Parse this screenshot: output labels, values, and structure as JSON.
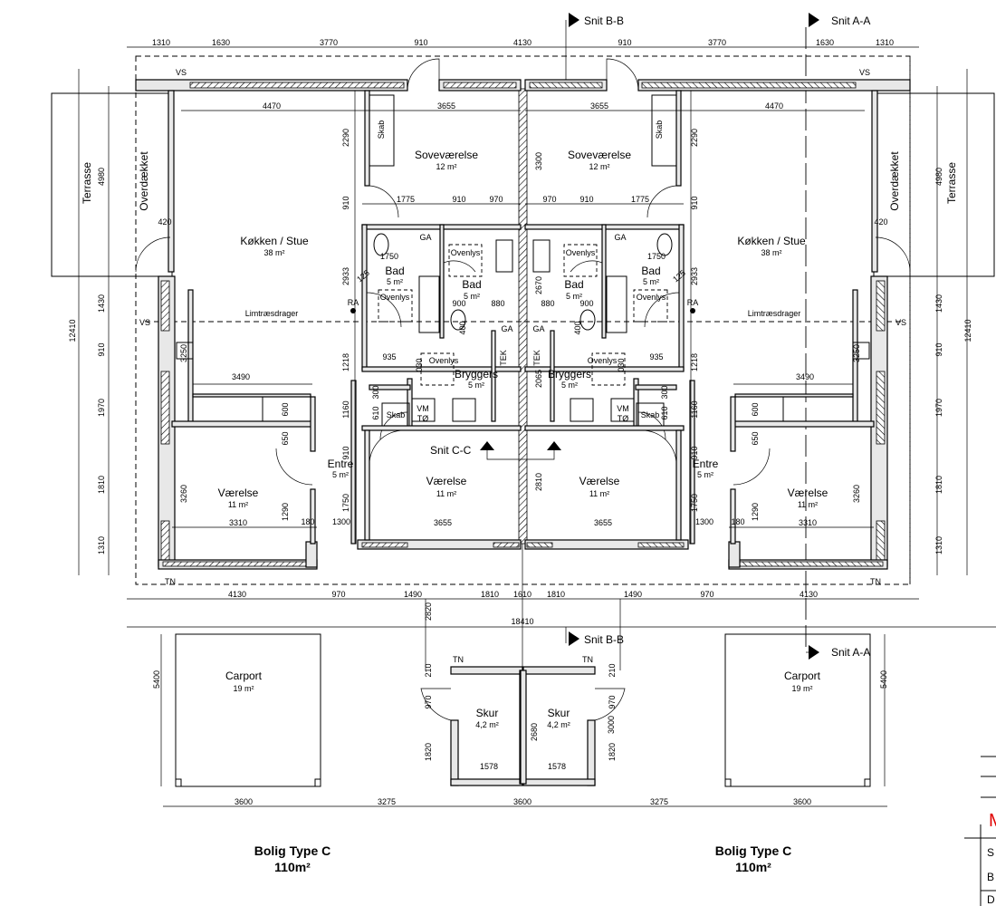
{
  "sections": {
    "snit_bb": "Snit B-B",
    "snit_aa": "Snit A-A",
    "snit_cc": "Snit C-C"
  },
  "rooms": {
    "sovevaerelse": "Soveværelse",
    "sovevaerelse_area": "12 m²",
    "skab": "Skab",
    "kokken_stue": "Køkken / Stue",
    "kokken_stue_area": "38 m²",
    "terrasse": "Terrasse",
    "overdaekket": "Overdækket",
    "bad": "Bad",
    "bad_area": "5 m²",
    "ovenlys": "Ovenlys",
    "ga": "GA",
    "bryggers": "Bryggers",
    "bryggers_area": "5 m²",
    "tek": "TEK",
    "vm": "VM",
    "to": "TØ",
    "entre": "Entre",
    "entre_area": "5 m²",
    "vaerelse": "Værelse",
    "vaerelse_area": "11 m²",
    "limtraesdrager": "Limtræsdrager",
    "vs": "VS",
    "ra": "RA",
    "tn": "TN",
    "carport": "Carport",
    "carport_area": "19 m²",
    "skur": "Skur",
    "skur_area": "4,2 m²"
  },
  "dimensions": {
    "top": [
      "1310",
      "1630",
      "3770",
      "910",
      "4130"
    ],
    "inner_top": [
      "4470",
      "3655"
    ],
    "bath_row": [
      "1775",
      "910",
      "970",
      "1750",
      "900",
      "880",
      "935",
      "125"
    ],
    "rooms_width": [
      "3490",
      "3310",
      "3655",
      "1300",
      "180",
      "1578"
    ],
    "bottom": [
      "4130",
      "970",
      "1490",
      "1810",
      "1610",
      "18410"
    ],
    "bottom_outbuildings": [
      "3600",
      "3275"
    ],
    "left_vertical": [
      "12410",
      "4980",
      "1430",
      "910",
      "1970",
      "1810",
      "1310",
      "420"
    ],
    "carport_vertical": "5400",
    "mid_vertical": [
      "2290",
      "910",
      "2933",
      "1218",
      "1160",
      "910",
      "1750",
      "610",
      "300",
      "030",
      "400",
      "650",
      "600",
      "1290",
      "3260",
      "3250"
    ],
    "center_vertical": [
      "3300",
      "2670",
      "2065",
      "2810",
      "2820",
      "2680",
      "3000",
      "1820",
      "970",
      "210"
    ]
  },
  "titles": {
    "type": "Bolig Type C",
    "area": "110m²"
  },
  "title_block": {
    "mark": "M",
    "row1": "S",
    "row2": "B",
    "row3": "D"
  }
}
